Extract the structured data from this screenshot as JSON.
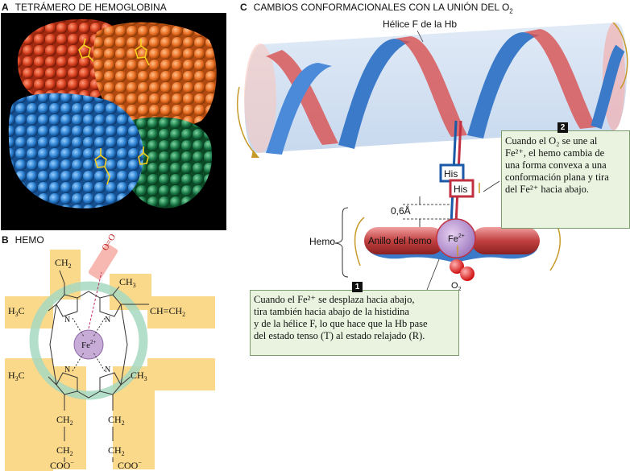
{
  "panelA": {
    "letter": "A",
    "title": "TETRÁMERO DE HEMOGLOBINA"
  },
  "panelB": {
    "letter": "B",
    "title": "HEMO",
    "o2_label": "O=O",
    "labels": {
      "ch2_top": "CH",
      "ch3_tr": "CH",
      "h3c_l": "H",
      "ch_ch2_right": "CH=CH",
      "h3c_bl": "H",
      "ch3_br": "CH",
      "fe": "Fe",
      "fe_charge": "2+",
      "n": "N",
      "ch2_l1": "CH",
      "ch2_l2": "CH",
      "ch2_r1": "CH",
      "ch2_r2": "CH",
      "coo_l": "COO",
      "coo_r": "COO"
    }
  },
  "panelC": {
    "letter": "C",
    "title": "CAMBIOS CONFORMACIONALES CON LA UNIÓN DEL O",
    "title_sub": "2",
    "helix_label": "Hélice F de la Hb",
    "his1": "His",
    "his2": "His",
    "distance": "0,6Å",
    "hemo": "Hemo",
    "ring": "Anillo del hemo",
    "fe": "Fe",
    "fe_charge": "2+",
    "o2": "O",
    "o2_sub": "2",
    "callout1": {
      "num": "1",
      "lines": [
        "Cuando el Fe²⁺ se desplaza hacia abajo,",
        "tira también hacia abajo de la histidina",
        "y de la hélice F, lo que hace que la Hb pase",
        "del estado tenso (T) al estado relajado (R)."
      ]
    },
    "callout2": {
      "num": "2",
      "lines": [
        "Cuando el O₂ se une al",
        "Fe²⁺, el hemo cambia de",
        "una forma convexa a una",
        "conformación plana y tira",
        "del Fe²⁺ hacia abajo."
      ]
    }
  }
}
